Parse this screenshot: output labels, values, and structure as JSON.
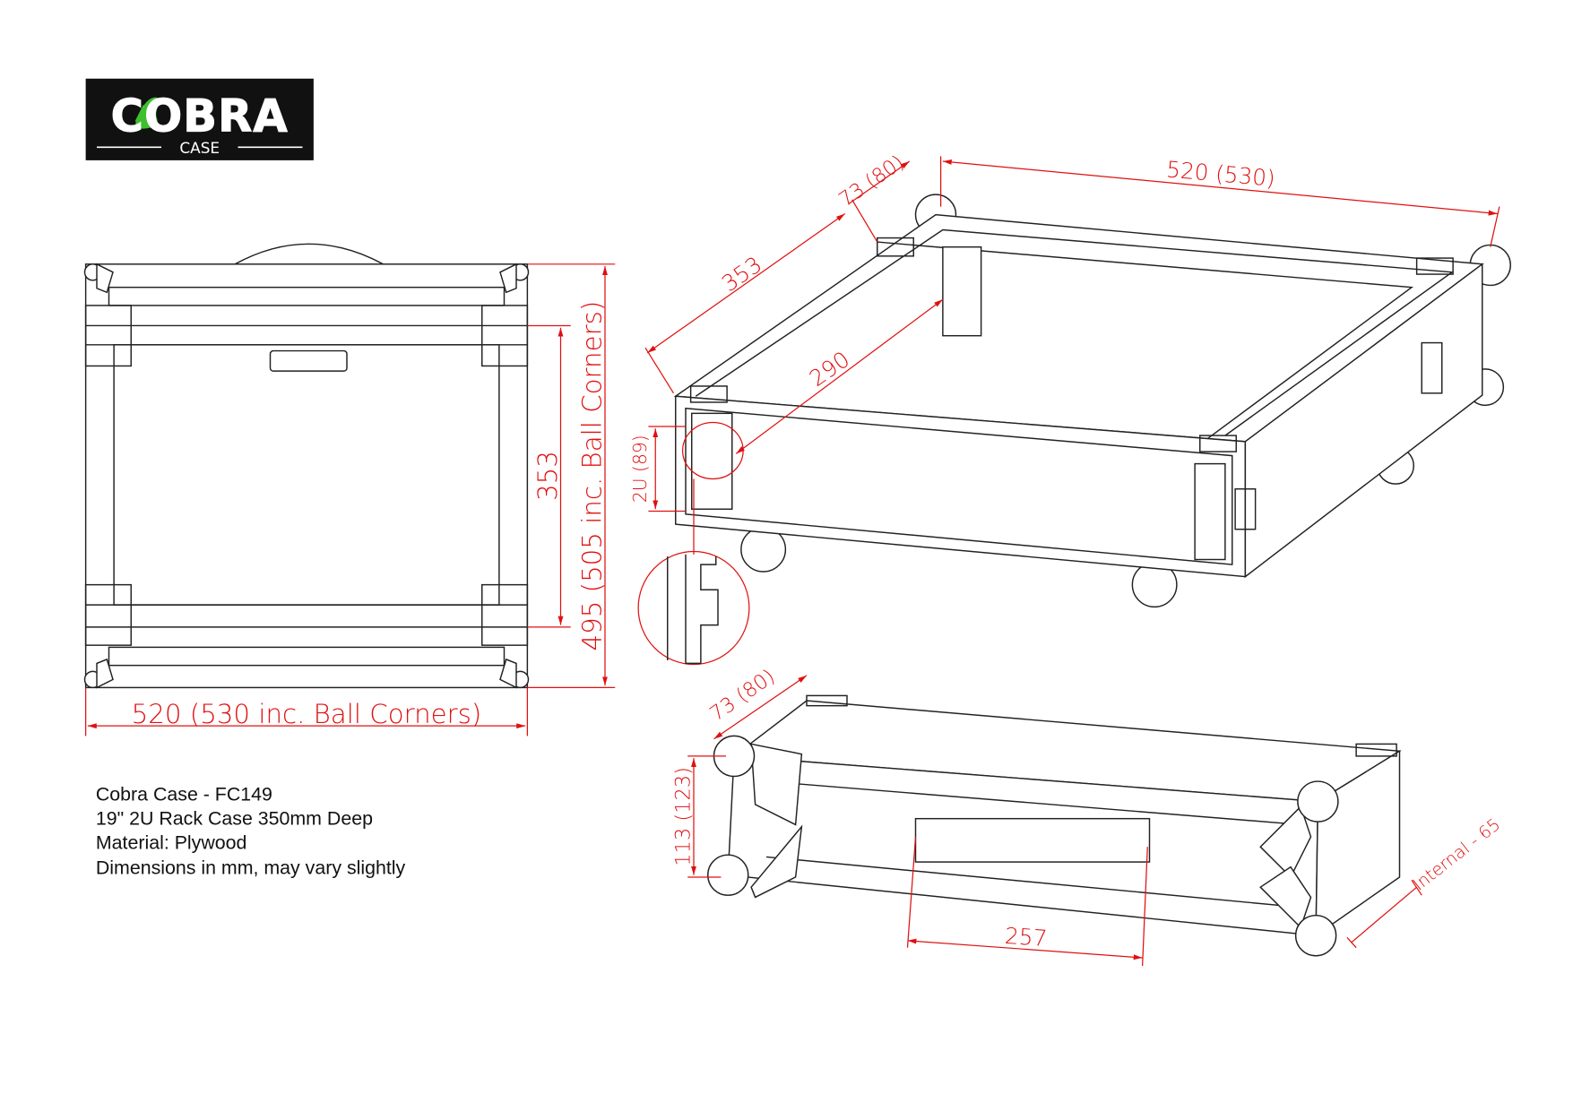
{
  "logo": {
    "word": "COBRA",
    "sub": "CASE",
    "bg": "#111111",
    "accent": "#3fbf2f"
  },
  "front_view": {
    "height_dim": "495 (505 inc. Ball Corners)",
    "inner_height_dim": "353",
    "width_dim": "520 (530 inc. Ball Corners)"
  },
  "top_iso": {
    "depth_dim": "353",
    "side_dim": "73 (80)",
    "width_dim": "520 (530)",
    "inner_depth_dim": "290",
    "rack_height_dim": "2U (89)"
  },
  "bottom_iso": {
    "side_dim": "73 (80)",
    "height_dim": "113 (123)",
    "handle_dim": "257",
    "internal_dim": "Internal - 65"
  },
  "info": [
    "Cobra Case - FC149",
    "19\" 2U Rack Case 350mm Deep",
    "Material: Plywood",
    "Dimensions in mm, may vary slightly"
  ],
  "colors": {
    "dimension": "#e01010",
    "line": "#222222"
  }
}
